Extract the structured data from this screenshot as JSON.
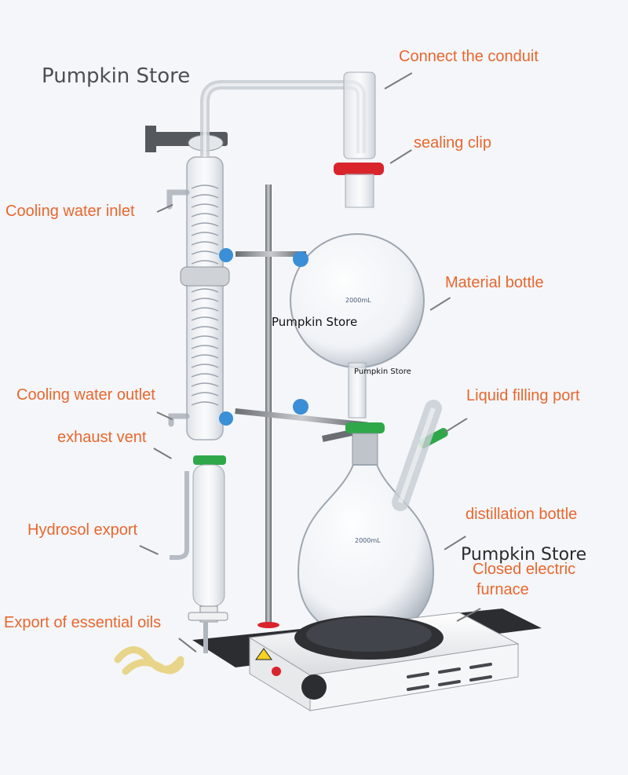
{
  "watermarks": {
    "main": "Pumpkin Store",
    "flask": "Pumpkin Store",
    "small": "Pumpkin Store",
    "furnace": "Pumpkin Store"
  },
  "labels": {
    "connect_conduit": "Connect the conduit",
    "sealing_clip": "sealing clip",
    "cooling_inlet": "Cooling water inlet",
    "material_bottle": "Material bottle",
    "cooling_outlet": "Cooling water outlet",
    "liquid_filling_port": "Liquid filling port",
    "exhaust_vent": "exhaust vent",
    "distillation_bottle": "distillation bottle",
    "hydrosol_export": "Hydrosol export",
    "furnace_line1": "Closed electric",
    "furnace_line2": "furnace",
    "essential_oils": "Export of essential oils"
  },
  "glass_marks": {
    "top_flask_volume": "2000mL",
    "bottom_flask_volume": "2000mL"
  },
  "colors": {
    "label": "#e8672e",
    "clip_red": "#d9242c",
    "clip_green": "#2fa84a",
    "knob_blue": "#3b8fd6"
  }
}
